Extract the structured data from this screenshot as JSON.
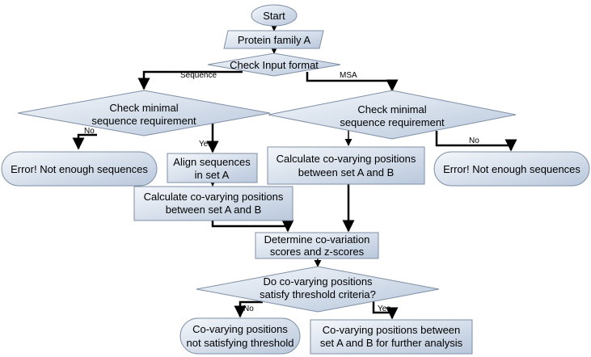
{
  "nodes": {
    "start": "Start",
    "protein_family": "Protein family A",
    "check_input": "Check Input format",
    "check_min_left": [
      "Check minimal",
      "sequence requirement"
    ],
    "check_min_right": [
      "Check minimal",
      "sequence requirement"
    ],
    "error_left": "Error! Not enough sequences",
    "error_right": "Error! Not enough sequences",
    "align": [
      "Align sequences",
      "in set A"
    ],
    "calc_left": [
      "Calculate co-varying positions",
      "between set A and B"
    ],
    "calc_right": [
      "Calculate co-varying positions",
      "between set A and B"
    ],
    "determine": [
      "Determine co-variation",
      "scores and z-scores"
    ],
    "threshold": [
      "Do co-varying positions",
      "satisfy threshold criteria?"
    ],
    "not_satisfy": [
      "Co-varying positions",
      "not satisfying threshold"
    ],
    "further": [
      "Co-varying positions between",
      "set A and B for further analysis"
    ]
  },
  "edges": {
    "sequence": "Sequence",
    "msa": "MSA",
    "no_left": "No",
    "yes_left": "Yes",
    "no_right": "No",
    "no_bottom": "No",
    "yes_bottom": "Yes"
  }
}
